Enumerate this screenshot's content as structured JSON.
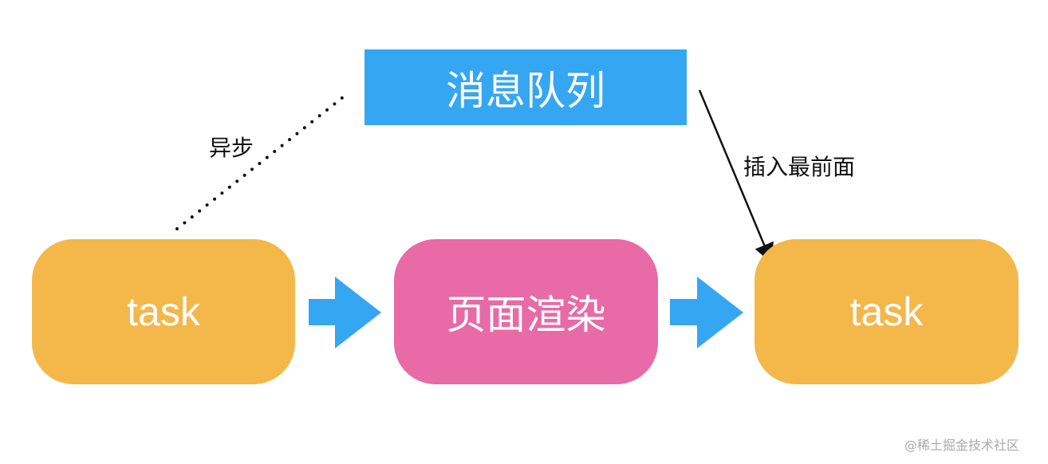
{
  "nodes": {
    "queue": "消息队列",
    "task_left": "task",
    "render": "页面渲染",
    "task_right": "task"
  },
  "edges": {
    "async_label": "异步",
    "insert_label": "插入最前面"
  },
  "watermark": "@稀土掘金技术社区",
  "colors": {
    "task": "#F4B74A",
    "render": "#E86AA7",
    "queue": "#35A7F2",
    "arrow": "#35A7F2"
  }
}
